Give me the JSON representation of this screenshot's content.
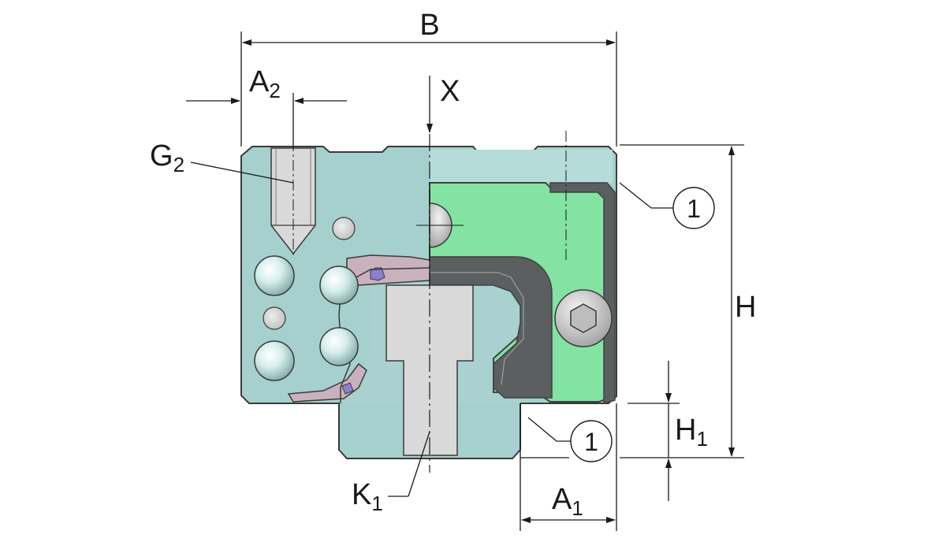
{
  "labels": {
    "B": "B",
    "A2_main": "A",
    "A2_sub": "2",
    "X": "X",
    "G2_main": "G",
    "G2_sub": "2",
    "H": "H",
    "H1_main": "H",
    "H1_sub": "1",
    "A1_main": "A",
    "A1_sub": "1",
    "K1_main": "K",
    "K1_sub": "1",
    "callout_top": "1",
    "callout_bottom": "1"
  },
  "colors": {
    "carriage": "#a6d0ce",
    "carriage_light": "#b6dcda",
    "rail_body": "#b0d6d4",
    "green_insert": "#82e3a3",
    "dark_seal": "#5b5f5f",
    "seal_outline": "#3e4242",
    "ball": "#cfe9e6",
    "ball_hole": "#d7d7d7",
    "screw": "#d9d9d9",
    "retainer": "#c9b2bd",
    "retainer_accent": "#8a7fd0",
    "line": "#1a1a1a"
  }
}
